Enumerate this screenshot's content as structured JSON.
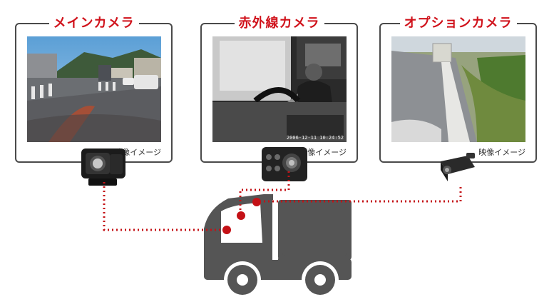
{
  "panels": [
    {
      "title": "メインカメラ",
      "caption": "映像イメージ"
    },
    {
      "title": "赤外線カメラ",
      "caption": "映像イメージ"
    },
    {
      "title": "オプションカメラ",
      "caption": "映像イメージ"
    }
  ],
  "infrared_timestamp": "2006-12-11 10:24:52",
  "colors": {
    "accent": "#d0121b",
    "truck": "#555555",
    "border": "#4a4a4a"
  }
}
